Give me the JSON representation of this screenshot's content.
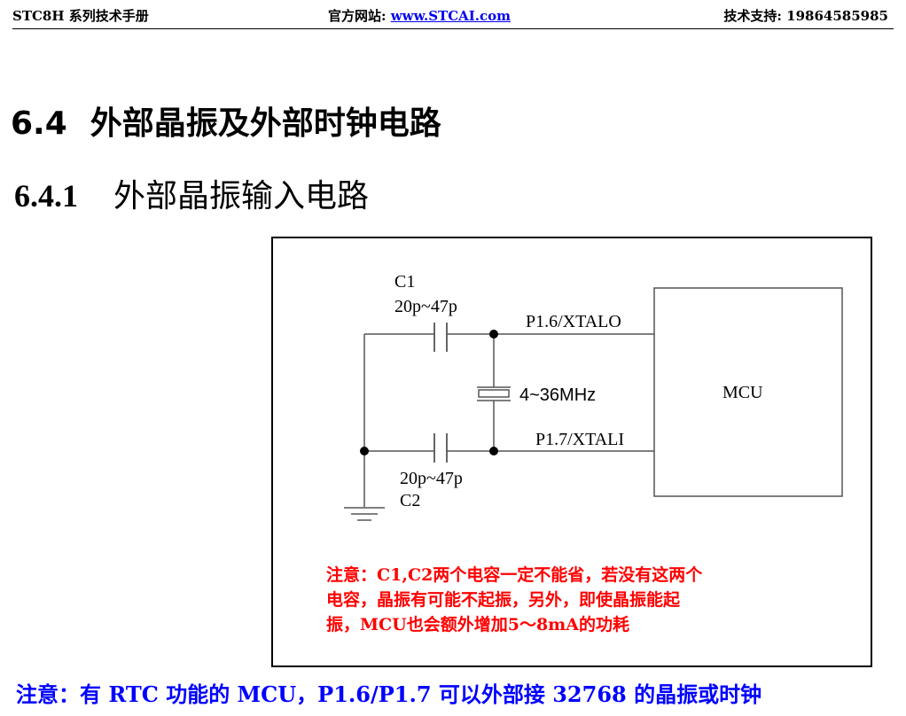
{
  "header": {
    "left": "STC8H 系列技术手册",
    "site_label": "官方网站: ",
    "site_link": "www.STCAI.com",
    "support": "技术支持: 19864585985"
  },
  "section": {
    "number": "6.4",
    "title": "外部晶振及外部时钟电路"
  },
  "subsection": {
    "number": "6.4.1",
    "title": "外部晶振输入电路"
  },
  "circuit": {
    "c1_name": "C1",
    "c1_value": "20p~47p",
    "c2_value": "20p~47p",
    "c2_name": "C2",
    "crystal_freq": "4~36MHz",
    "pin_xtalo": "P1.6/XTALO",
    "pin_xtali": "P1.7/XTALI",
    "mcu_label": "MCU"
  },
  "notes": {
    "red_line1": "注意：C1,C2两个电容一定不能省，若没有这两个",
    "red_line2": "电容，晶振有可能不起振，另外，即使晶振能起",
    "red_line3": "振，MCU也会额外增加5～8mA的功耗",
    "blue": "注意：有 RTC 功能的 MCU，P1.6/P1.7 可以外部接 32768 的晶振或时钟"
  },
  "colors": {
    "note_red": "#ff0000",
    "note_blue": "#0000ff",
    "link": "#0000ee"
  }
}
